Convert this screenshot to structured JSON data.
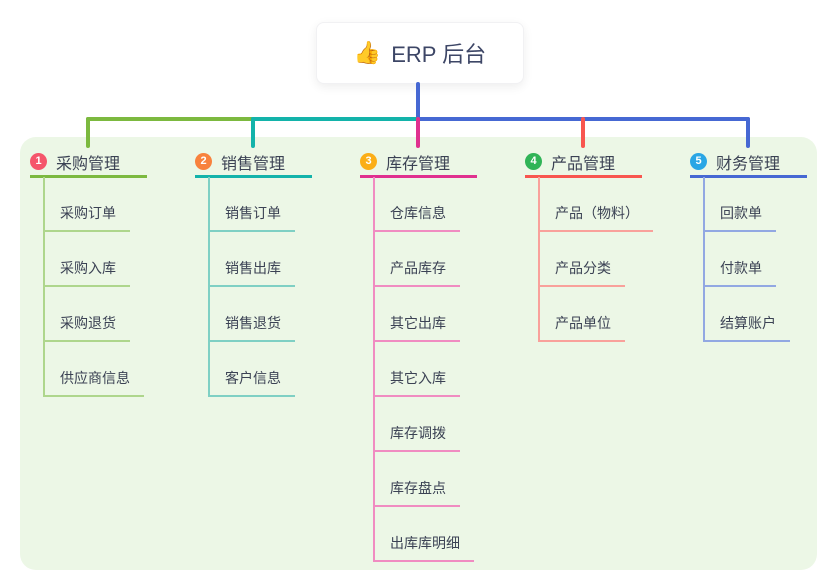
{
  "root": {
    "label": "ERP 后台",
    "icon": "thumbs-up-icon",
    "emoji": "👍"
  },
  "colors": {
    "canvas_background": "#ffffff",
    "panel_background": "#ecf7e6",
    "root_connector": "#4668d3",
    "text": "#3b4254",
    "root_text": "#3d4666"
  },
  "branches": [
    {
      "badge": "1",
      "badge_color": "#f5566b",
      "line_color": "#7cb93f",
      "sub_line_color": "#aed68c",
      "label": "采购管理",
      "children": [
        "采购订单",
        "采购入库",
        "采购退货",
        "供应商信息"
      ]
    },
    {
      "badge": "2",
      "badge_color": "#f8823d",
      "line_color": "#13b3aa",
      "sub_line_color": "#7fd0c4",
      "label": "销售管理",
      "children": [
        "销售订单",
        "销售出库",
        "销售退货",
        "客户信息"
      ]
    },
    {
      "badge": "3",
      "badge_color": "#fbae17",
      "line_color": "#e0318f",
      "sub_line_color": "#f08cc1",
      "label": "库存管理",
      "children": [
        "仓库信息",
        "产品库存",
        "其它出库",
        "其它入库",
        "库存调拨",
        "库存盘点",
        "出库库明细"
      ]
    },
    {
      "badge": "4",
      "badge_color": "#30b457",
      "line_color": "#f8564f",
      "sub_line_color": "#f9a19b",
      "label": "产品管理",
      "children": [
        "产品（物料）",
        "产品分类",
        "产品单位"
      ]
    },
    {
      "badge": "5",
      "badge_color": "#2aa6e5",
      "line_color": "#4668d3",
      "sub_line_color": "#92a8e2",
      "label": "财务管理",
      "children": [
        "回款单",
        "付款单",
        "结算账户"
      ]
    }
  ]
}
